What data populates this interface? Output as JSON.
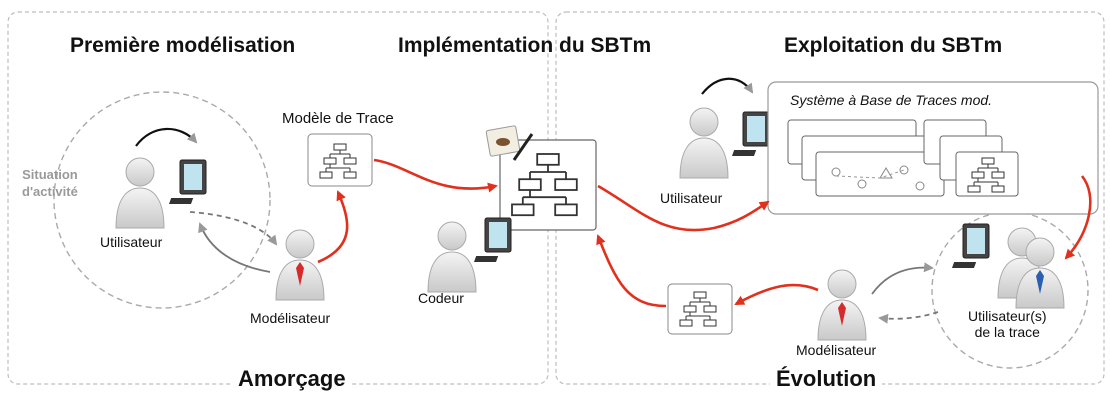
{
  "sections": {
    "first_modeling": "Première modélisation",
    "implementation": "Implémentation du SBTm",
    "exploitation": "Exploitation du SBTm"
  },
  "phases": {
    "left": "Amorçage",
    "right": "Évolution"
  },
  "labels": {
    "situation_line1": "Situation",
    "situation_line2": "d'activité",
    "user_left": "Utilisateur",
    "modeler_left": "Modélisateur",
    "trace_model": "Modèle de Trace",
    "coder": "Codeur",
    "user_right": "Utilisateur",
    "system": "Système à Base de Traces mod.",
    "trace_users_line1": "Utilisateur(s)",
    "trace_users_line2": "de la trace",
    "modeler_right": "Modélisateur"
  },
  "colors": {
    "flow_arrow": "#e0301e",
    "dashed_frame": "#bdbdbd",
    "person": "#d8d8d8",
    "tie_red": "#d62b2b",
    "tie_blue": "#2a5fb0"
  }
}
